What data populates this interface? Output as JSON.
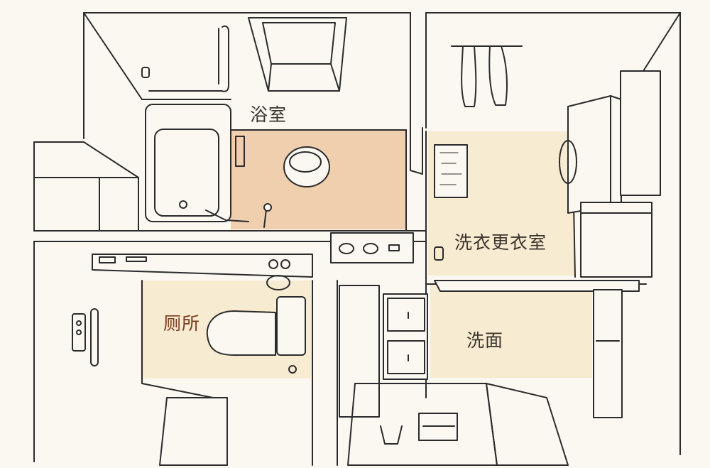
{
  "rooms": {
    "bathroom": {
      "label": "浴室"
    },
    "laundry": {
      "label": "洗衣更衣室"
    },
    "toilet": {
      "label": "厕所"
    },
    "wash": {
      "label": "洗面"
    }
  },
  "colors": {
    "background": "#fbf8f2",
    "line": "#2b2b2b",
    "bath_floor": "#f0cfae",
    "cream_floor": "#f7ebd1",
    "label_dark": "#3a342c",
    "label_red": "#7a3b1c"
  }
}
